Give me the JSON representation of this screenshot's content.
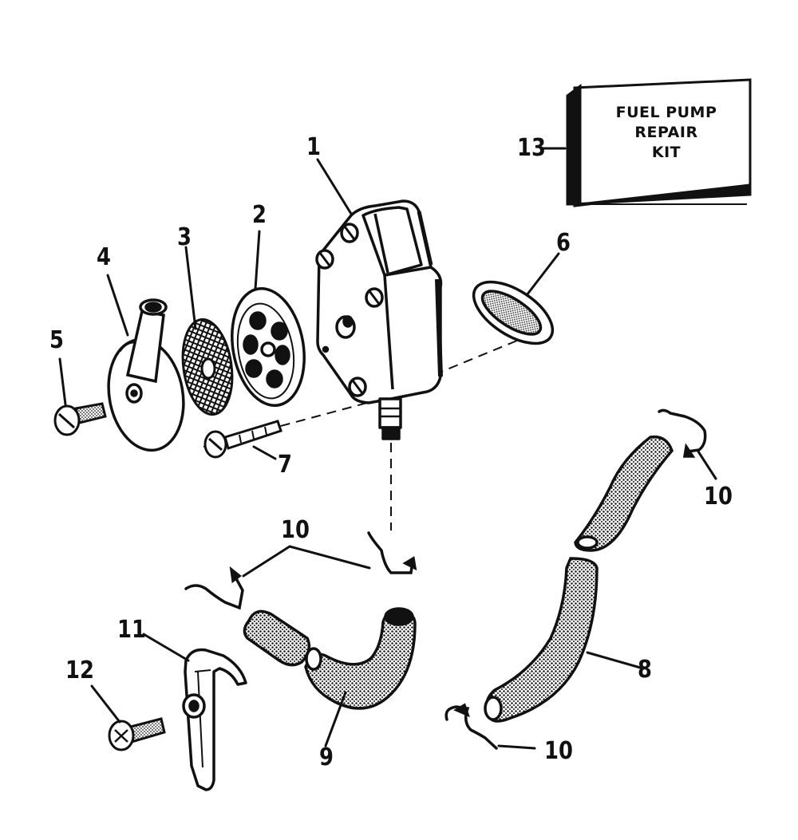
{
  "callouts": {
    "n1": "1",
    "n2": "2",
    "n3": "3",
    "n4": "4",
    "n5": "5",
    "n6": "6",
    "n7": "7",
    "n8": "8",
    "n9": "9",
    "n10a": "10",
    "n10b": "10",
    "n10c": "10",
    "n11": "11",
    "n12": "12",
    "n13": "13"
  },
  "kit_box": {
    "line1": "FUEL PUMP",
    "line2": "REPAIR",
    "line3": "KIT"
  }
}
